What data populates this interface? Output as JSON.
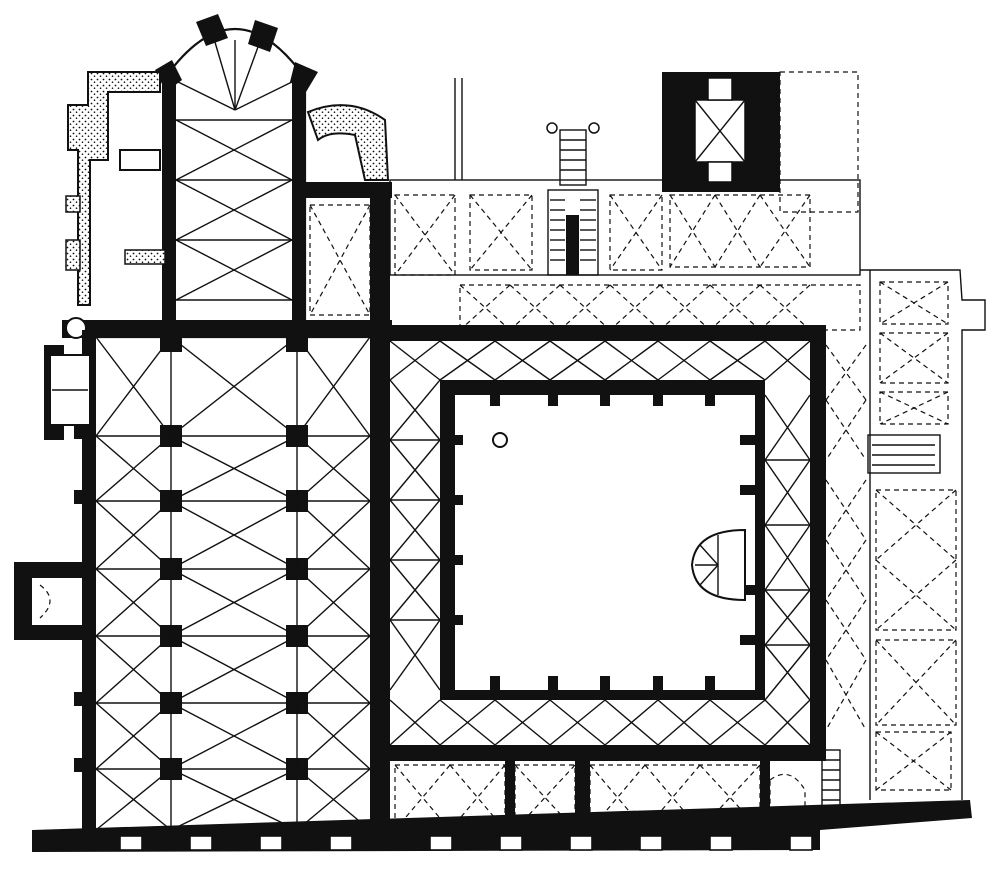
{
  "plan": {
    "watermark": "",
    "colors": {
      "ink": "#111111",
      "paper": "#ffffff"
    },
    "church": {
      "nave_bays": 6,
      "aisles": 2,
      "apse_segments": 5
    },
    "cloister": {
      "bays_north": 8,
      "bays_south": 8,
      "bays_east": 7,
      "bays_west": 7
    }
  }
}
